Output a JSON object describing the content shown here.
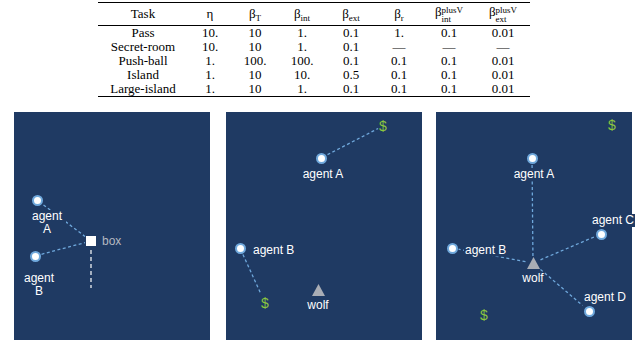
{
  "diagram": {
    "nodes": [
      {
        "text": [
          "agent A"
        ]
      },
      {
        "text": [
          "agent B"
        ]
      },
      {
        "text": [
          "box"
        ]
      },
      {
        "text": [
          "$"
        ]
      },
      {
        "text": [
          "agent A"
        ]
      },
      {
        "text": [
          "agent B"
        ]
      },
      {
        "text": [
          "$"
        ]
      },
      {
        "text": [
          "wolf"
        ]
      },
      {
        "text": [
          "$"
        ]
      },
      {
        "text": [
          "agent A"
        ]
      },
      {
        "text": [
          "agent B"
        ]
      },
      {
        "text": [
          "agent C"
        ]
      },
      {
        "text": [
          "wolf"
        ]
      },
      {
        "text": [
          "agent D"
        ]
      },
      {
        "text": [
          "$"
        ]
      }
    ],
    "edges": [
      {
        "from": 0,
        "to": 2,
        "arrow": "none"
      },
      {
        "from": 1,
        "to": 2,
        "arrow": "none"
      },
      {
        "from": 4,
        "to": 3,
        "arrow": "none"
      },
      {
        "from": 5,
        "to": 6,
        "arrow": "none"
      },
      {
        "from": 12,
        "to": 9,
        "arrow": "none"
      },
      {
        "from": 12,
        "to": 10,
        "arrow": "none"
      },
      {
        "from": 12,
        "to": 11,
        "arrow": "none"
      },
      {
        "from": 12,
        "to": 13,
        "arrow": "none"
      }
    ],
    "labels": [
      "Task",
      "η",
      "β",
      "T",
      "β",
      "int",
      "β",
      "ext",
      "β",
      "r",
      "β",
      "int",
      "plusV",
      "β",
      "ext",
      "plusV",
      "Pass",
      "10.",
      "10",
      "1.",
      "0.1",
      "1.",
      "0.1",
      "0.01",
      "Secret-room",
      "10.",
      "10",
      "1.",
      "0.1",
      "—",
      "—",
      "—",
      "Push-ball",
      "1.",
      "100.",
      "100.",
      "0.1",
      "0.1",
      "0.1",
      "0.01",
      "Island",
      "1.",
      "10",
      "10.",
      "0.5",
      "0.1",
      "0.1",
      "0.01",
      "Large-island",
      "1.",
      "10",
      "1.",
      "0.1",
      "0.1",
      "0.1",
      "0.01"
    ]
  }
}
